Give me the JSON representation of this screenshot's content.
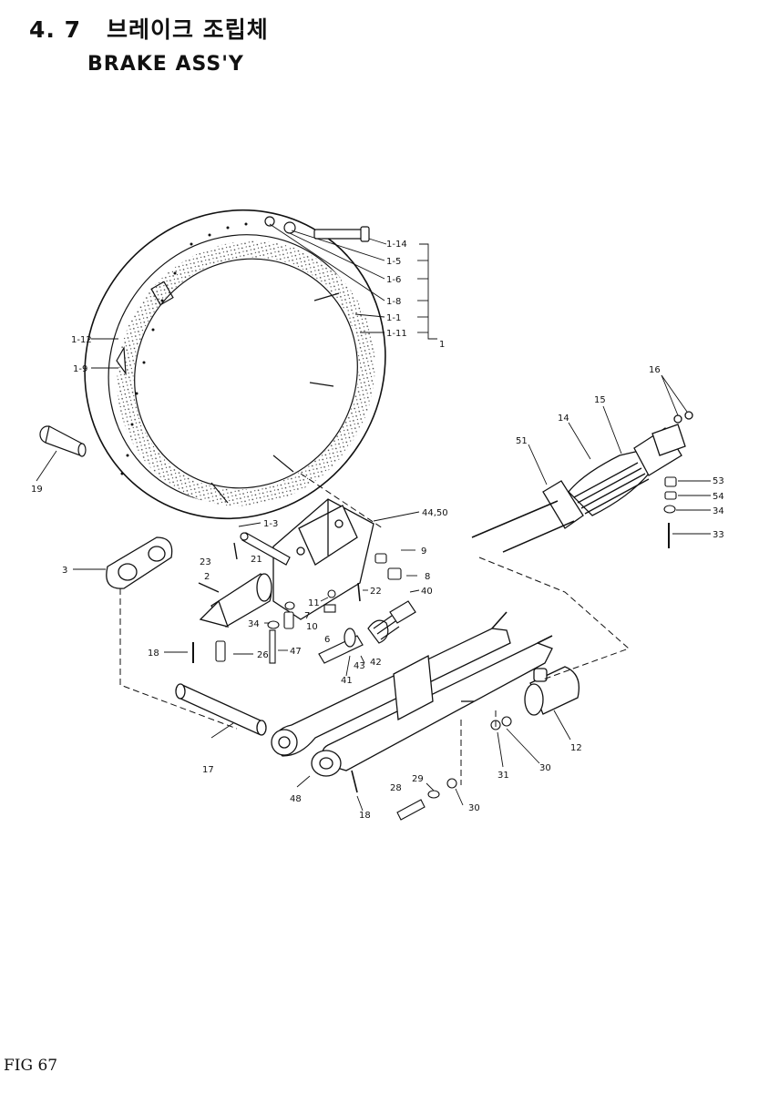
{
  "heading": {
    "section_number": "4. 7",
    "korean_title": "브레이크 조립체",
    "english_title": "BRAKE ASS'Y"
  },
  "figure_label": "FIG 67",
  "callouts": {
    "p1_14": "1-14",
    "p1_5": "1-5",
    "p1_6": "1-6",
    "p1_8": "1-8",
    "p1_1": "1-1",
    "p1_11": "1-11",
    "p1": "1",
    "p1_12": "1-12",
    "p1_9": "1-9",
    "p19": "19",
    "p3": "3",
    "p1_3": "1-3",
    "p44_50": "44,50",
    "p23": "23",
    "p21": "21",
    "p2": "2",
    "p9": "9",
    "p8": "8",
    "p22": "22",
    "p40": "40",
    "p11": "11",
    "p7": "7",
    "p34a": "34",
    "p10": "10",
    "p6": "6",
    "p18a": "18",
    "p26": "26",
    "p47": "47",
    "p42": "42",
    "p43": "43",
    "p41": "41",
    "p17": "17",
    "p48": "48",
    "p18b": "18",
    "p28": "28",
    "p29": "29",
    "p30a": "30",
    "p31": "31",
    "p30b": "30",
    "p12": "12",
    "p16": "16",
    "p15": "15",
    "p14": "14",
    "p51": "51",
    "p53": "53",
    "p54": "54",
    "p34b": "34",
    "p33": "33"
  }
}
